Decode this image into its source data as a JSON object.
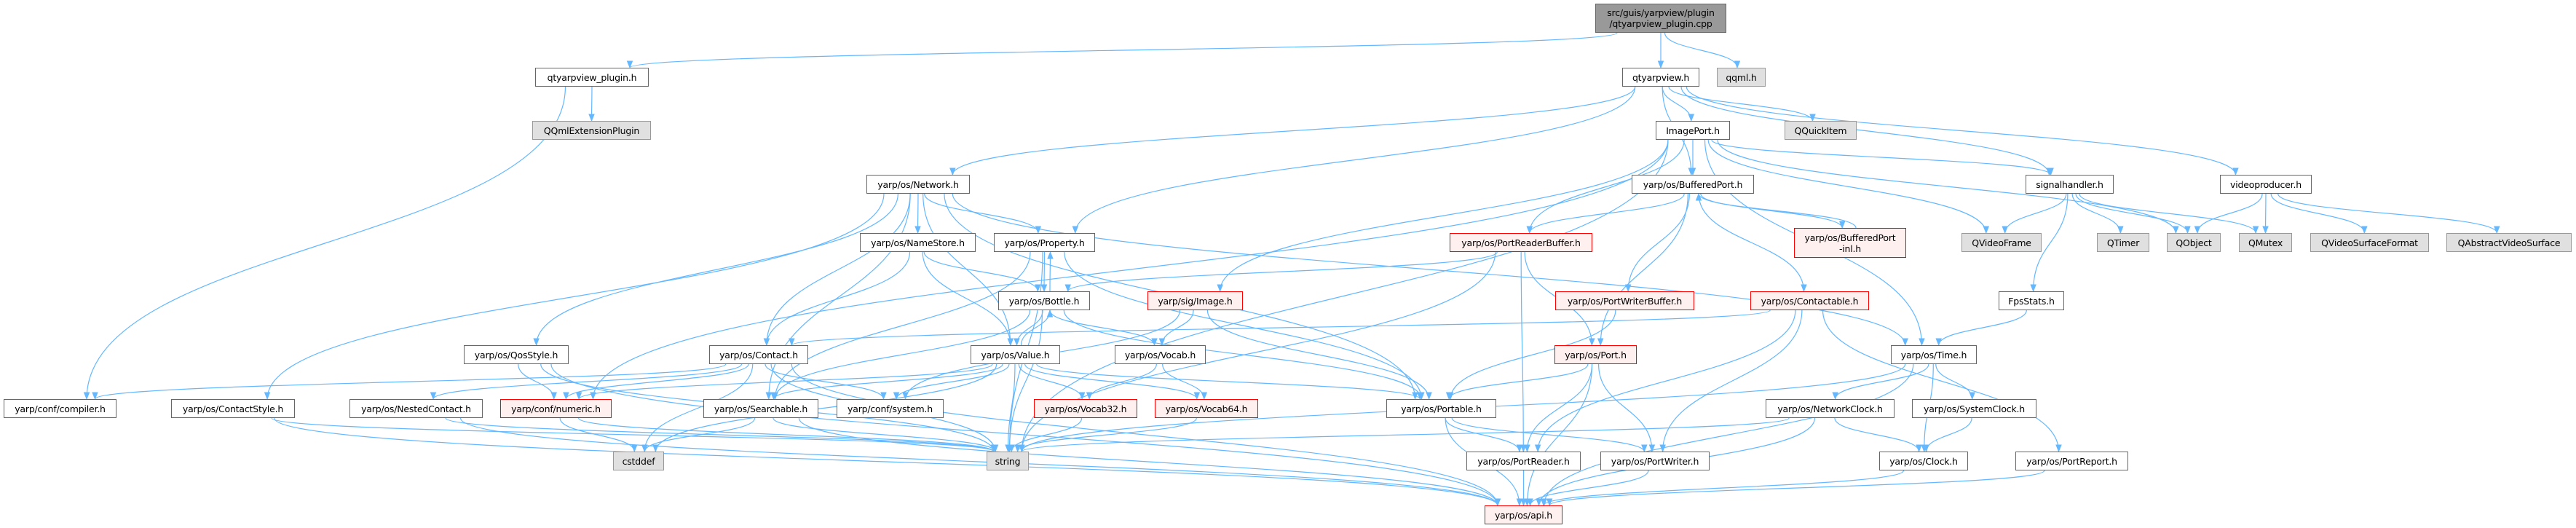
{
  "colors": {
    "edge": "#63b8ff",
    "red_border": "#ff0000",
    "red_fill": "#fff0f0",
    "gray_fill": "#e0e0e0",
    "root_fill": "#999999"
  },
  "nodes": {
    "root": {
      "label": "src/guis/yarpview/plugin\n/qtyarpview_plugin.cpp",
      "kind": "root"
    },
    "plugin_h": {
      "label": "qtyarpview_plugin.h",
      "kind": "normal"
    },
    "qqmlext": {
      "label": "QQmlExtensionPlugin",
      "kind": "gray"
    },
    "qtyarpview": {
      "label": "qtyarpview.h",
      "kind": "normal"
    },
    "qqml": {
      "label": "qqml.h",
      "kind": "gray"
    },
    "imageport": {
      "label": "ImagePort.h",
      "kind": "normal"
    },
    "qquickitem": {
      "label": "QQuickItem",
      "kind": "gray"
    },
    "network": {
      "label": "yarp/os/Network.h",
      "kind": "normal"
    },
    "bufferedport": {
      "label": "yarp/os/BufferedPort.h",
      "kind": "normal"
    },
    "signalhandler": {
      "label": "signalhandler.h",
      "kind": "normal"
    },
    "videoproducer": {
      "label": "videoproducer.h",
      "kind": "normal"
    },
    "namestore": {
      "label": "yarp/os/NameStore.h",
      "kind": "normal"
    },
    "property": {
      "label": "yarp/os/Property.h",
      "kind": "normal"
    },
    "portreaderbuffer": {
      "label": "yarp/os/PortReaderBuffer.h",
      "kind": "red"
    },
    "bufferedportinl": {
      "label": "yarp/os/BufferedPort\n-inl.h",
      "kind": "red"
    },
    "qvideoframe": {
      "label": "QVideoFrame",
      "kind": "gray"
    },
    "qtimer": {
      "label": "QTimer",
      "kind": "gray"
    },
    "qobject": {
      "label": "QObject",
      "kind": "gray"
    },
    "qmutex": {
      "label": "QMutex",
      "kind": "gray"
    },
    "qvsf": {
      "label": "QVideoSurfaceFormat",
      "kind": "gray"
    },
    "qavs": {
      "label": "QAbstractVideoSurface",
      "kind": "gray"
    },
    "bottle": {
      "label": "yarp/os/Bottle.h",
      "kind": "normal"
    },
    "sigimage": {
      "label": "yarp/sig/Image.h",
      "kind": "red"
    },
    "portwriterbuffer": {
      "label": "yarp/os/PortWriterBuffer.h",
      "kind": "red"
    },
    "contactable": {
      "label": "yarp/os/Contactable.h",
      "kind": "red"
    },
    "fpsstats": {
      "label": "FpsStats.h",
      "kind": "normal"
    },
    "qosstyle": {
      "label": "yarp/os/QosStyle.h",
      "kind": "normal"
    },
    "contact": {
      "label": "yarp/os/Contact.h",
      "kind": "normal"
    },
    "value": {
      "label": "yarp/os/Value.h",
      "kind": "normal"
    },
    "vocab": {
      "label": "yarp/os/Vocab.h",
      "kind": "normal"
    },
    "port": {
      "label": "yarp/os/Port.h",
      "kind": "red"
    },
    "time": {
      "label": "yarp/os/Time.h",
      "kind": "normal"
    },
    "compiler": {
      "label": "yarp/conf/compiler.h",
      "kind": "normal"
    },
    "contactstyle": {
      "label": "yarp/os/ContactStyle.h",
      "kind": "normal"
    },
    "nestedcontact": {
      "label": "yarp/os/NestedContact.h",
      "kind": "normal"
    },
    "numeric": {
      "label": "yarp/conf/numeric.h",
      "kind": "red"
    },
    "searchable": {
      "label": "yarp/os/Searchable.h",
      "kind": "normal"
    },
    "system": {
      "label": "yarp/conf/system.h",
      "kind": "normal"
    },
    "vocab32": {
      "label": "yarp/os/Vocab32.h",
      "kind": "red"
    },
    "vocab64": {
      "label": "yarp/os/Vocab64.h",
      "kind": "red"
    },
    "portable": {
      "label": "yarp/os/Portable.h",
      "kind": "normal"
    },
    "networkclock": {
      "label": "yarp/os/NetworkClock.h",
      "kind": "normal"
    },
    "systemclock": {
      "label": "yarp/os/SystemClock.h",
      "kind": "normal"
    },
    "cstddef": {
      "label": "cstddef",
      "kind": "gray"
    },
    "string": {
      "label": "string",
      "kind": "gray"
    },
    "portreader": {
      "label": "yarp/os/PortReader.h",
      "kind": "normal"
    },
    "portwriter": {
      "label": "yarp/os/PortWriter.h",
      "kind": "normal"
    },
    "clock": {
      "label": "yarp/os/Clock.h",
      "kind": "normal"
    },
    "portreport": {
      "label": "yarp/os/PortReport.h",
      "kind": "normal"
    },
    "api": {
      "label": "yarp/os/api.h",
      "kind": "red"
    }
  },
  "edges": [
    [
      "root",
      "plugin_h"
    ],
    [
      "root",
      "qtyarpview"
    ],
    [
      "root",
      "qqml"
    ],
    [
      "plugin_h",
      "qqmlext"
    ],
    [
      "plugin_h",
      "compiler"
    ],
    [
      "qtyarpview",
      "imageport"
    ],
    [
      "qtyarpview",
      "qquickitem"
    ],
    [
      "qtyarpview",
      "videoproducer"
    ],
    [
      "qtyarpview",
      "signalhandler"
    ],
    [
      "qtyarpview",
      "bufferedport"
    ],
    [
      "qtyarpview",
      "network"
    ],
    [
      "qtyarpview",
      "property"
    ],
    [
      "imageport",
      "bufferedport"
    ],
    [
      "imageport",
      "signalhandler"
    ],
    [
      "imageport",
      "portreaderbuffer"
    ],
    [
      "imageport",
      "sigimage"
    ],
    [
      "imageport",
      "string"
    ],
    [
      "imageport",
      "numeric"
    ],
    [
      "imageport",
      "time"
    ],
    [
      "imageport",
      "qvideoframe"
    ],
    [
      "imageport",
      "qobject"
    ],
    [
      "network",
      "namestore"
    ],
    [
      "network",
      "property"
    ],
    [
      "network",
      "value"
    ],
    [
      "network",
      "contact"
    ],
    [
      "network",
      "qosstyle"
    ],
    [
      "network",
      "contactstyle"
    ],
    [
      "network",
      "portable"
    ],
    [
      "network",
      "time"
    ],
    [
      "network",
      "searchable"
    ],
    [
      "namestore",
      "contact"
    ],
    [
      "namestore",
      "bottle"
    ],
    [
      "namestore",
      "value"
    ],
    [
      "property",
      "bottle"
    ],
    [
      "property",
      "searchable"
    ],
    [
      "property",
      "string"
    ],
    [
      "property",
      "portable"
    ],
    [
      "bottle",
      "property"
    ],
    [
      "bottle",
      "value"
    ],
    [
      "bottle",
      "vocab"
    ],
    [
      "bottle",
      "portable"
    ],
    [
      "bottle",
      "string"
    ],
    [
      "bottle",
      "searchable"
    ],
    [
      "value",
      "bottle"
    ],
    [
      "value",
      "vocab32"
    ],
    [
      "value",
      "vocab64"
    ],
    [
      "value",
      "portable"
    ],
    [
      "value",
      "string"
    ],
    [
      "value",
      "numeric"
    ],
    [
      "value",
      "system"
    ],
    [
      "value",
      "searchable"
    ],
    [
      "value",
      "cstddef"
    ],
    [
      "sigimage",
      "vocab"
    ],
    [
      "sigimage",
      "portable"
    ],
    [
      "sigimage",
      "system"
    ],
    [
      "vocab",
      "vocab32"
    ],
    [
      "vocab",
      "vocab64"
    ],
    [
      "vocab32",
      "string"
    ],
    [
      "vocab64",
      "string"
    ],
    [
      "portable",
      "portreader"
    ],
    [
      "portable",
      "portwriter"
    ],
    [
      "portable",
      "api"
    ],
    [
      "portreader",
      "api"
    ],
    [
      "portwriter",
      "api"
    ],
    [
      "bufferedport",
      "portreaderbuffer"
    ],
    [
      "bufferedport",
      "portwriterbuffer"
    ],
    [
      "bufferedport",
      "port"
    ],
    [
      "bufferedport",
      "contactable"
    ],
    [
      "bufferedport",
      "bufferedportinl"
    ],
    [
      "bufferedportinl",
      "bufferedport"
    ],
    [
      "portreaderbuffer",
      "bottle"
    ],
    [
      "portreaderbuffer",
      "port"
    ],
    [
      "portreaderbuffer",
      "portreader"
    ],
    [
      "portreaderbuffer",
      "string"
    ],
    [
      "portwriterbuffer",
      "portable"
    ],
    [
      "port",
      "portable"
    ],
    [
      "port",
      "portreader"
    ],
    [
      "port",
      "portwriter"
    ],
    [
      "port",
      "api"
    ],
    [
      "contactable",
      "contact"
    ],
    [
      "contactable",
      "portreader"
    ],
    [
      "contactable",
      "portwriter"
    ],
    [
      "contactable",
      "portreport"
    ],
    [
      "contact",
      "compiler"
    ],
    [
      "contact",
      "nestedcontact"
    ],
    [
      "contact",
      "numeric"
    ],
    [
      "contact",
      "cstddef"
    ],
    [
      "contact",
      "system"
    ],
    [
      "contact",
      "string"
    ],
    [
      "contact",
      "api"
    ],
    [
      "qosstyle",
      "numeric"
    ],
    [
      "qosstyle",
      "api"
    ],
    [
      "qosstyle",
      "string"
    ],
    [
      "contactstyle",
      "api"
    ],
    [
      "contactstyle",
      "string"
    ],
    [
      "nestedcontact",
      "api"
    ],
    [
      "nestedcontact",
      "string"
    ],
    [
      "numeric",
      "cstddef"
    ],
    [
      "numeric",
      "string"
    ],
    [
      "searchable",
      "cstddef"
    ],
    [
      "searchable",
      "api"
    ],
    [
      "searchable",
      "string"
    ],
    [
      "time",
      "networkclock"
    ],
    [
      "time",
      "systemclock"
    ],
    [
      "time",
      "clock"
    ],
    [
      "time",
      "string"
    ],
    [
      "time",
      "api"
    ],
    [
      "networkclock",
      "clock"
    ],
    [
      "networkclock",
      "string"
    ],
    [
      "networkclock",
      "api"
    ],
    [
      "systemclock",
      "clock"
    ],
    [
      "clock",
      "api"
    ],
    [
      "portreport",
      "api"
    ],
    [
      "signalhandler",
      "qvideoframe"
    ],
    [
      "signalhandler",
      "qtimer"
    ],
    [
      "signalhandler",
      "qobject"
    ],
    [
      "signalhandler",
      "qmutex"
    ],
    [
      "signalhandler",
      "fpsstats"
    ],
    [
      "fpsstats",
      "time"
    ],
    [
      "videoproducer",
      "qobject"
    ],
    [
      "videoproducer",
      "qmutex"
    ],
    [
      "videoproducer",
      "qvsf"
    ],
    [
      "videoproducer",
      "qavs"
    ]
  ]
}
